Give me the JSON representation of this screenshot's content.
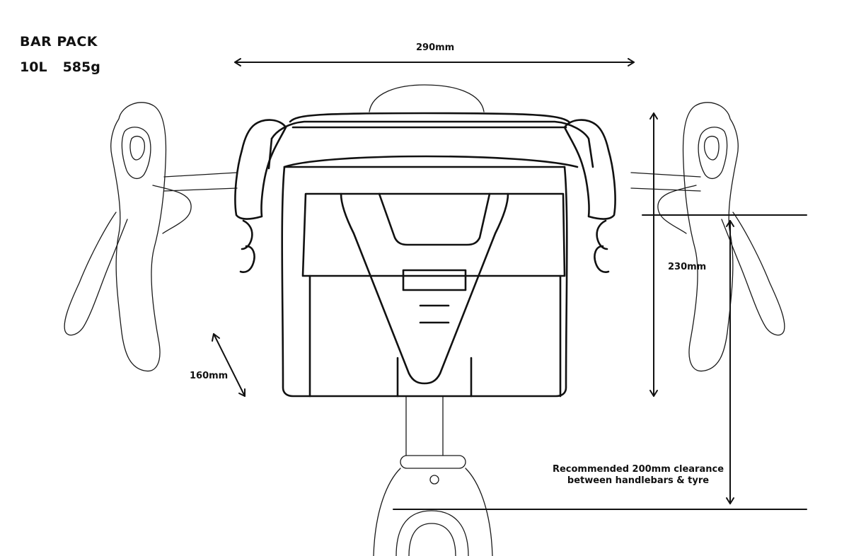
{
  "product": {
    "name": "BAR PACK",
    "volume": "10L",
    "weight": "585g"
  },
  "dimensions": {
    "width": "290mm",
    "height": "230mm",
    "depth": "160mm"
  },
  "clearance": {
    "line1": "Recommended 200mm clearance",
    "line2": "between handlebars & tyre"
  }
}
